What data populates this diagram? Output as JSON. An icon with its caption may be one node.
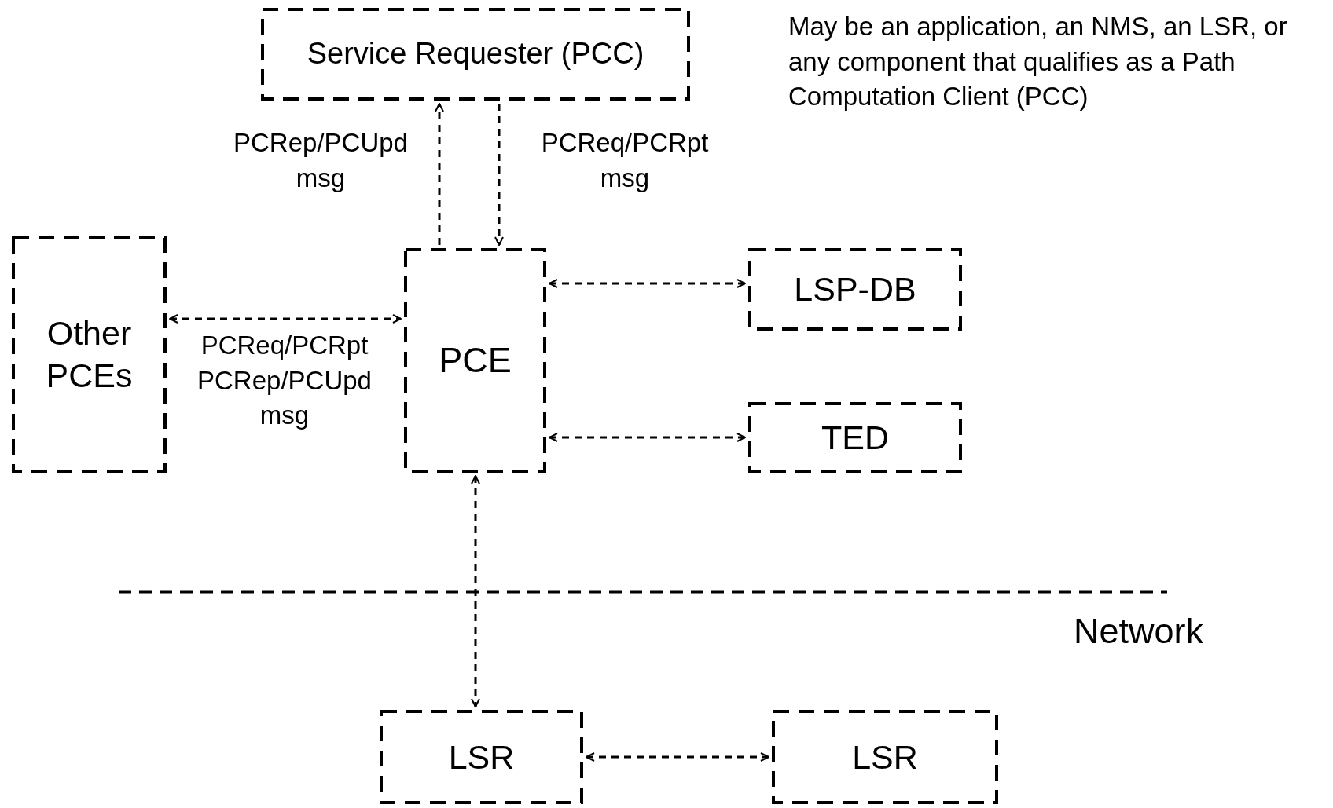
{
  "diagram": {
    "nodes": [
      {
        "text": [
          "Service Requester (PCC)"
        ]
      },
      {
        "text": [
          "PCE"
        ]
      },
      {
        "text": [
          "Other PCEs"
        ]
      },
      {
        "text": [
          "LSP-DB"
        ]
      },
      {
        "text": [
          "TED"
        ]
      },
      {
        "text": [
          "LSR"
        ]
      },
      {
        "text": [
          "LSR"
        ]
      }
    ],
    "edges": [
      {
        "from": 1,
        "to": 0,
        "arrow": "to",
        "label": "PCRep/PCUpd msg",
        "style": "dashed"
      },
      {
        "from": 0,
        "to": 1,
        "arrow": "to",
        "label": "PCReq/PCRpt msg",
        "style": "dashed"
      },
      {
        "from": 2,
        "to": 1,
        "arrow": "both",
        "label": "PCReq/PCRpt PCRep/PCUpd msg",
        "style": "dashed"
      },
      {
        "from": 1,
        "to": 3,
        "arrow": "both",
        "style": "dashed"
      },
      {
        "from": 1,
        "to": 4,
        "arrow": "both",
        "style": "dashed"
      },
      {
        "from": 1,
        "to": 5,
        "arrow": "both",
        "style": "dashed"
      },
      {
        "from": 5,
        "to": 6,
        "arrow": "both",
        "style": "dashed"
      }
    ],
    "labels": [
      "May be an application, an NMS, an LSR, or any component that qualifies as a Path Computation Client (PCC)",
      "Network"
    ]
  }
}
